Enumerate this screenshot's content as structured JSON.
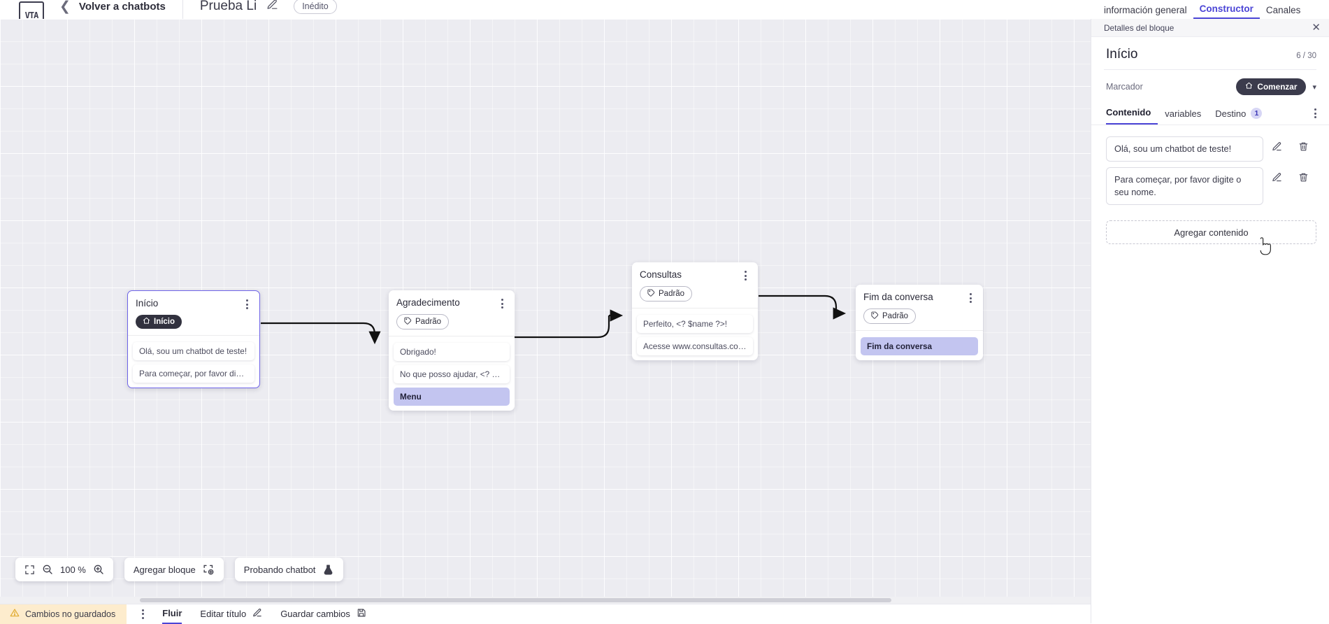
{
  "header": {
    "logo_alt": "VTA",
    "back_label": "Volver a chatbots",
    "project_title": "Prueba Li",
    "status_badge": "Inédito"
  },
  "right_tabs": [
    {
      "label": "información general",
      "active": false
    },
    {
      "label": "Constructor",
      "active": true
    },
    {
      "label": "Canales",
      "active": false
    }
  ],
  "canvas": {
    "zoom_level": "100 %",
    "add_block_label": "Agregar bloque",
    "test_chatbot_label": "Probando chatbot",
    "nodes": [
      {
        "title": "Início",
        "badge": "Início",
        "badge_style": "dark",
        "badge_icon": "home-icon",
        "selected": true,
        "messages": [
          {
            "text": "Olá, sou um chatbot de teste!",
            "highlight": false
          },
          {
            "text": "Para começar, por favor digite o ...",
            "highlight": false
          }
        ]
      },
      {
        "title": "Agradecimento",
        "badge": "Padrão",
        "badge_style": "light",
        "badge_icon": "tag-icon",
        "selected": false,
        "messages": [
          {
            "text": "Obrigado!",
            "highlight": false
          },
          {
            "text": "No que posso ajudar, <? $name ...",
            "highlight": false
          },
          {
            "text": "Menu",
            "highlight": true
          }
        ]
      },
      {
        "title": "Consultas",
        "badge": "Padrão",
        "badge_style": "light",
        "badge_icon": "tag-icon",
        "selected": false,
        "messages": [
          {
            "text": "Perfeito, <? $name ?>!",
            "highlight": false
          },
          {
            "text": "Acesse www.consultas.com par...",
            "highlight": false
          }
        ]
      },
      {
        "title": "Fim da conversa",
        "badge": "Padrão",
        "badge_style": "light",
        "badge_icon": "tag-icon",
        "selected": false,
        "messages": [
          {
            "text": "Fim da conversa",
            "highlight": true
          }
        ]
      }
    ]
  },
  "bottom_bar": {
    "unsaved_label": "Cambios no guardados",
    "flow_label": "Fluir",
    "edit_title_label": "Editar título",
    "save_label": "Guardar cambios"
  },
  "panel": {
    "header_label": "Detalles del bloque",
    "title": "Início",
    "counter": "6 / 30",
    "marcador_label": "Marcador",
    "marcador_value": "Comenzar",
    "tabs": [
      {
        "label": "Contenido",
        "active": true,
        "badge": ""
      },
      {
        "label": "variables",
        "active": false,
        "badge": ""
      },
      {
        "label": "Destino",
        "active": false,
        "badge": "1"
      }
    ],
    "content_items": [
      {
        "text": "Olá, sou um chatbot de teste!"
      },
      {
        "text": "Para começar, por favor digite o seu nome."
      }
    ],
    "add_content_label": "Agregar contenido"
  },
  "colors": {
    "accent": "#4b45d6",
    "highlight_row": "#c3c5f0",
    "dark_badge": "#32323f",
    "warning_bg": "#fdeccd"
  }
}
